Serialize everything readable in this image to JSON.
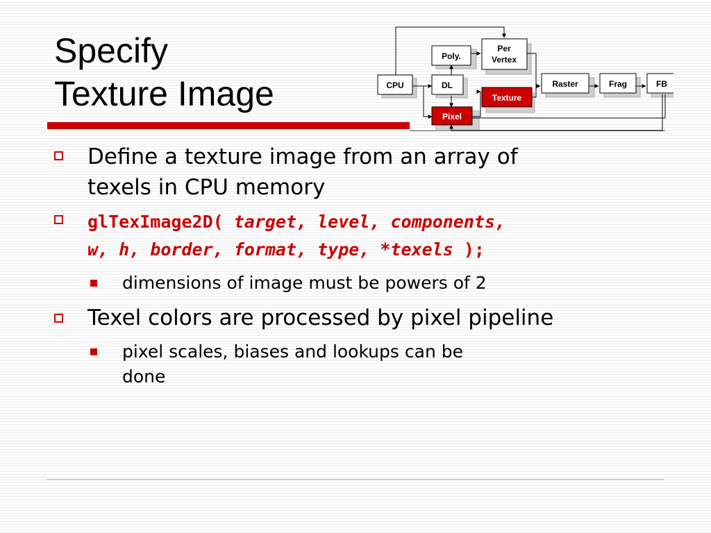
{
  "slide": {
    "title_line1": "Specify",
    "title_line2": "Texture Image"
  },
  "bullets": {
    "b1_line1": "Define a texture image from an array of",
    "b1_line2": "texels in CPU memory",
    "b2_func": "glTexImage2D( ",
    "b2_args1": "target, level, components,",
    "b2_args2": "w, h, border, format, type, *texels",
    "b2_close": " );",
    "b2_sub1": "dimensions of image must be powers of 2",
    "b3": "Texel colors are processed by pixel pipeline",
    "b3_sub1_line1": "pixel scales, biases and lookups can be",
    "b3_sub1_line2": "done"
  },
  "pipeline": {
    "cpu": "CPU",
    "dl": "DL",
    "poly": "Poly.",
    "per_vertex_line1": "Per",
    "per_vertex_line2": "Vertex",
    "raster": "Raster",
    "frag": "Frag",
    "fb": "FB",
    "texture": "Texture",
    "pixel": "Pixel",
    "highlight_color": "#cc0000"
  }
}
